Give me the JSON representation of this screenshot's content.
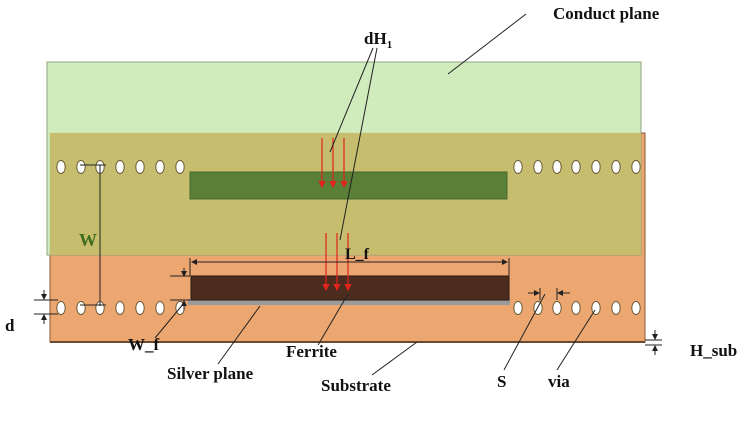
{
  "labels": {
    "conduct_plane": "Conduct plane",
    "dh1": "dH",
    "dh1_sub": "1",
    "w": "W",
    "l_f": "L_f",
    "d": "d",
    "w_f": "W_f",
    "silver_plane": "Silver plane",
    "ferrite": "Ferrite",
    "substrate": "Substrate",
    "s": "S",
    "via": "via",
    "h_sub": "H_sub"
  },
  "colors": {
    "conduct_plane": "#cdeab8",
    "overlap": "#c5bc6a",
    "substrate": "#eca771",
    "ferrite_top": "#5a7f37",
    "ferrite_bottom": "#4c2c1f",
    "field_arrow": "#e0241b",
    "dim_line": "#222222",
    "via_fill": "#ffffff"
  },
  "icons": [
    "via-hole",
    "field-arrow",
    "leader-line",
    "dimension-arrow"
  ]
}
